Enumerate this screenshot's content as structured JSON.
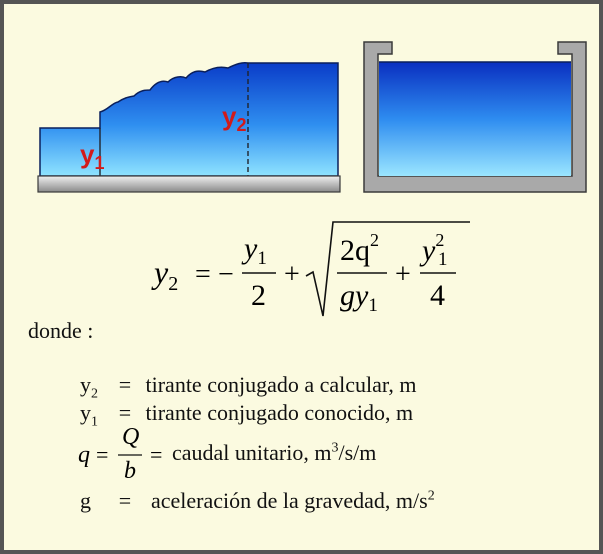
{
  "diagram": {
    "label_y1": "y",
    "label_y1_sub": "1",
    "label_y2": "y",
    "label_y2_sub": "2"
  },
  "formula": {
    "lhs": "y",
    "lhs_sub": "2",
    "equals": "=",
    "minus": "−",
    "frac1_num": "y",
    "frac1_num_sub": "1",
    "frac1_den": "2",
    "plus": "+",
    "frac2_num_coef": "2q",
    "frac2_num_exp": "2",
    "frac2_den": "gy",
    "frac2_den_sub": "1",
    "plus2": "+",
    "frac3_num": "y",
    "frac3_num_sub": "1",
    "frac3_num_exp": "2",
    "frac3_den": "4"
  },
  "definitions": {
    "title": "donde :",
    "rows": [
      {
        "symbol": "y",
        "symbol_sub": "2",
        "eq": "=",
        "text": "tirante conjugado a calcular, m"
      },
      {
        "symbol": "y",
        "symbol_sub": "1",
        "eq": "=",
        "text": "tirante conjugado conocido, m"
      },
      {
        "symbol": "q",
        "eq": "=",
        "frac_num": "Q",
        "frac_den": "b",
        "eq2": "=",
        "text_pre": "caudal unitario, m",
        "text_sup": "3",
        "text_post": "/s/m"
      },
      {
        "symbol": "g",
        "eq": "=",
        "text_pre": "aceleración de la gravedad, m/s",
        "text_sup": "2"
      }
    ]
  }
}
